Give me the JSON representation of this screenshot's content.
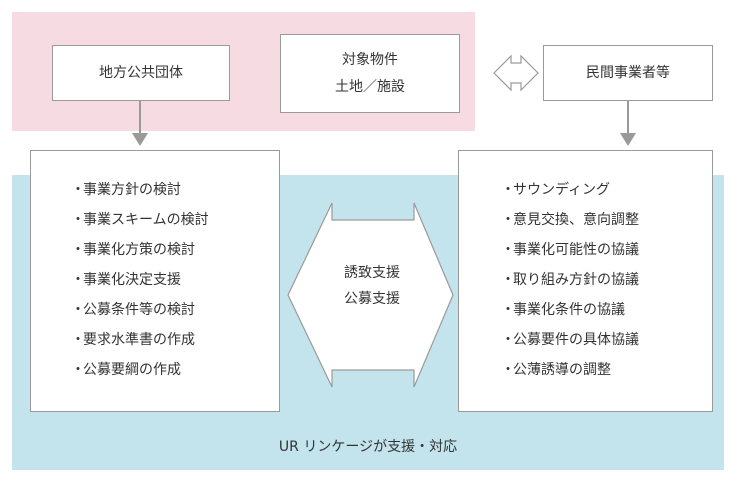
{
  "top_boxes": {
    "local_government": "地方公共団体",
    "target_property_line1": "対象物件",
    "target_property_line2": "土地／施設",
    "private_operators": "民間事業者等"
  },
  "left_panel": {
    "items": [
      "事業方針の検討",
      "事業スキームの検討",
      "事業化方策の検討",
      "事業化決定支援",
      "公募条件等の検討",
      "要求水準書の作成",
      "公募要綱の作成"
    ]
  },
  "center": {
    "line1": "誘致支援",
    "line2": "公募支援"
  },
  "right_panel": {
    "items": [
      "サウンディング",
      "意見交換、意向調整",
      "事業化可能性の協議",
      "取り組み方針の協議",
      "事業化条件の協議",
      "公募要件の具体協議",
      "公薄誘導の調整"
    ]
  },
  "bullet": "・",
  "footer": "UR リンケージが支援・対応",
  "colors": {
    "top_band": "#f6dbe2",
    "bottom_band": "#c3e4ec",
    "border": "#9a9a9a"
  }
}
